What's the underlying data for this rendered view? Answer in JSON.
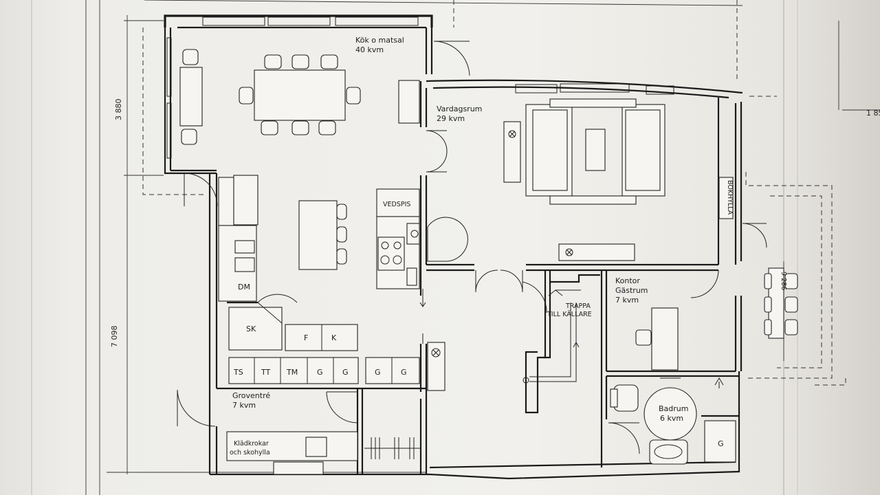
{
  "rooms": {
    "kitchen": {
      "name": "Kök o matsal",
      "area": "40 kvm"
    },
    "living": {
      "name": "Vardagsrum",
      "area": "29 kvm"
    },
    "office": {
      "name": "Kontor",
      "name2": "Gästrum",
      "area": "7 kvm"
    },
    "entry": {
      "name": "Groventré",
      "area": "7 kvm"
    },
    "bath": {
      "name": "Badrum",
      "area": "6 kvm"
    }
  },
  "labels": {
    "stove": "VEDSPIS",
    "stairs_line1": "TRAPPA",
    "stairs_line2": "TILL KÄLLARE",
    "bookshelf": "BOKHYLLA",
    "dishwasher": "DM",
    "cabinet": "SK",
    "freezer": "F",
    "fridge": "K",
    "closets": [
      "TS",
      "TT",
      "TM",
      "G",
      "G"
    ],
    "closets2": [
      "G",
      "G"
    ],
    "hooks_line1": "Klädkrokar",
    "hooks_line2": "och skohylla",
    "bath_cabinet": "G"
  },
  "dimensions": {
    "left_upper": "3 880",
    "left_lower": "7 098",
    "right_top": "1 85",
    "right_side": "9 286"
  }
}
